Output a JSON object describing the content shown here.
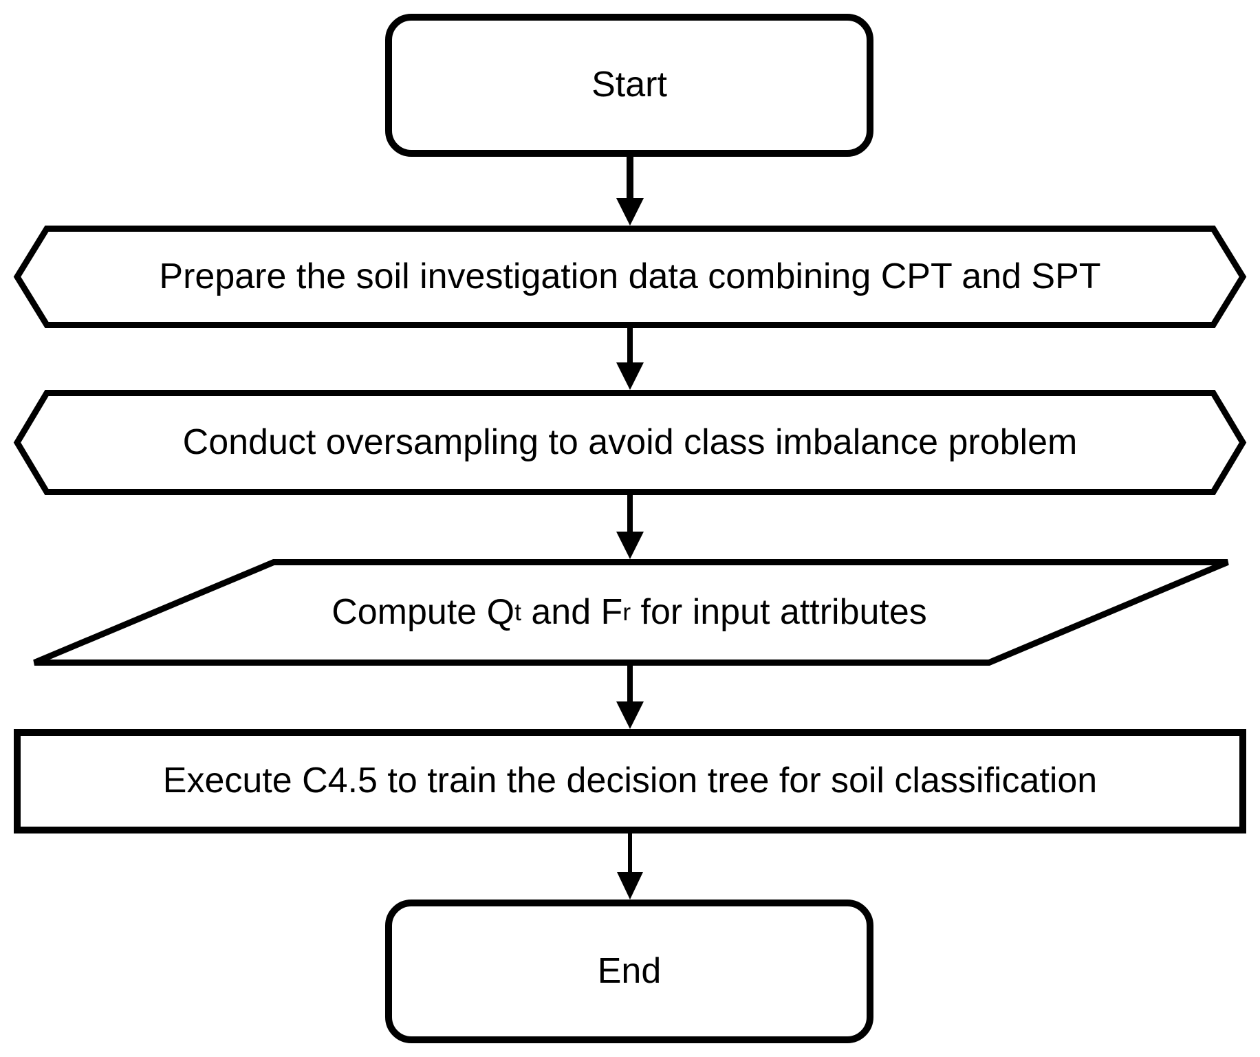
{
  "diagram": {
    "type": "flowchart",
    "background_color": "#ffffff",
    "stroke_color": "#000000",
    "text_color": "#000000",
    "nodes": [
      {
        "id": "start",
        "shape": "rounded-terminator",
        "label": "Start"
      },
      {
        "id": "prepare-data",
        "shape": "hexagon",
        "label": "Prepare the soil investigation data combining CPT and SPT"
      },
      {
        "id": "oversampling",
        "shape": "hexagon",
        "label": "Conduct oversampling to avoid class imbalance problem"
      },
      {
        "id": "compute-attributes",
        "shape": "parallelogram",
        "label_plain": "Compute Qt and Fr for input attributes",
        "label_parts": [
          {
            "text": "Compute Q",
            "sub": false
          },
          {
            "text": "t",
            "sub": true
          },
          {
            "text": " and F",
            "sub": false
          },
          {
            "text": "r",
            "sub": true
          },
          {
            "text": " for input attributes",
            "sub": false
          }
        ]
      },
      {
        "id": "train-tree",
        "shape": "rectangle",
        "label": "Execute C4.5 to train the decision tree for soil classification"
      },
      {
        "id": "end",
        "shape": "rounded-terminator",
        "label": "End"
      }
    ],
    "edges": [
      {
        "from": "start",
        "to": "prepare-data",
        "style": "solid-arrow"
      },
      {
        "from": "prepare-data",
        "to": "oversampling",
        "style": "solid-arrow"
      },
      {
        "from": "oversampling",
        "to": "compute-attributes",
        "style": "solid-arrow"
      },
      {
        "from": "compute-attributes",
        "to": "train-tree",
        "style": "solid-arrow"
      },
      {
        "from": "train-tree",
        "to": "end",
        "style": "solid-arrow"
      }
    ]
  }
}
